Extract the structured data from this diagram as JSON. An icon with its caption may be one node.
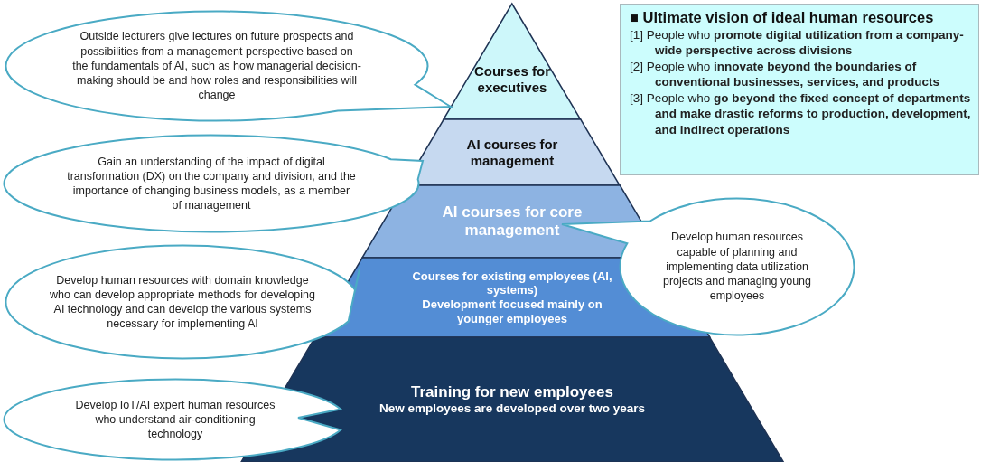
{
  "diagram": {
    "nodes": [
      {
        "text": [
          "Courses for executives"
        ]
      },
      {
        "text": [
          "AI courses for management"
        ]
      },
      {
        "text": [
          "AI courses for core management"
        ]
      },
      {
        "text": [
          "Courses for existing employees (AI, systems)",
          "Development focused mainly on younger employees"
        ]
      },
      {
        "text": [
          "Training for new employees",
          "New employees are developed over two years"
        ]
      },
      {
        "text": [
          "■ Ultimate vision of ideal human resources",
          "[1] People who **promote digital utilization from a company-wide perspective across divisions**",
          "[2] People who **innovate beyond the boundaries of conventional businesses, services, and products**",
          "[3] People who **go beyond the fixed concept of departments and make drastic reforms to production, development, and indirect operations**"
        ]
      },
      {
        "text": [
          "Outside lecturers give lectures on future prospects and possibilities from a management perspective based on the fundamentals of AI, such as how managerial decision-making should be and how roles and responsibilities will change"
        ]
      },
      {
        "text": [
          "Gain an understanding of the impact of digital transformation (DX) on the company and division, and the importance of changing business models, as a member of management"
        ]
      },
      {
        "text": [
          "Develop human resources capable of planning and implementing data utilization projects and managing young employees"
        ]
      },
      {
        "text": [
          "Develop human resources with domain knowledge who can develop appropriate methods for developing AI technology and can develop the various systems necessary for implementing AI"
        ]
      },
      {
        "text": [
          "Develop IoT/AI expert human resources who understand air-conditioning technology"
        ]
      }
    ]
  }
}
